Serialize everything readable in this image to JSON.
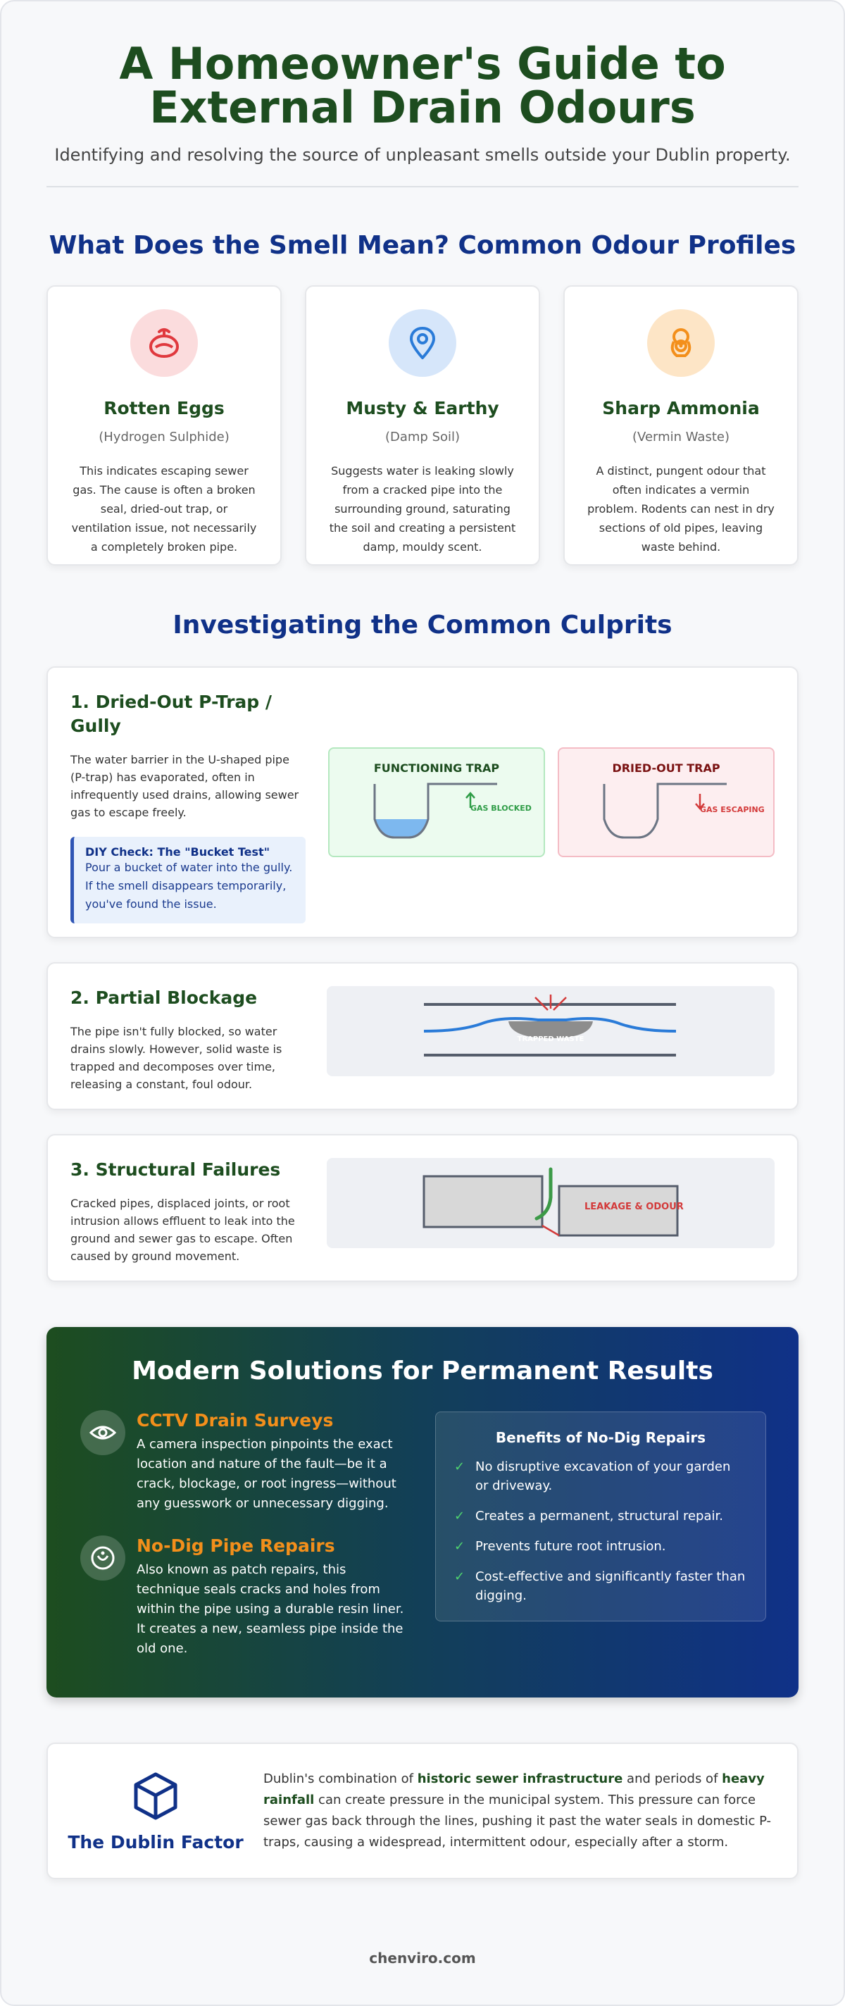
{
  "header": {
    "title_line1": "A Homeowner's Guide to",
    "title_line2": "External Drain Odours",
    "subtitle": "Identifying and resolving the source of unpleasant smells outside your Dublin property."
  },
  "odours": {
    "title": "What Does the Smell Mean? Common Odour Profiles",
    "cards": [
      {
        "name": "Rotten Eggs",
        "sub": "(Hydrogen Sulphide)",
        "desc": "This indicates escaping sewer gas. The cause is often a broken seal, dried-out trap, or ventilation issue, not necessarily a completely broken pipe.",
        "icon": "egg-icon",
        "icon_color": "#e0393e",
        "icon_bg": "#fbdcdd"
      },
      {
        "name": "Musty & Earthy",
        "sub": "(Damp Soil)",
        "desc": "Suggests water is leaking slowly from a cracked pipe into the surrounding ground, saturating the soil and creating a persistent damp, mouldy scent.",
        "icon": "location-pin-icon",
        "icon_color": "#2a7bd8",
        "icon_bg": "#d6e6fa"
      },
      {
        "name": "Sharp Ammonia",
        "sub": "(Vermin Waste)",
        "desc": "A distinct, pungent odour that often indicates a vermin problem. Rodents can nest in dry sections of old pipes, leaving waste behind.",
        "icon": "rodent-icon",
        "icon_color": "#f38f1b",
        "icon_bg": "#fde5c6"
      }
    ]
  },
  "culprits": {
    "title": "Investigating the Common Culprits",
    "trap": {
      "title": "1. Dried-Out P-Trap / Gully",
      "text": "The water barrier in the U-shaped pipe (P-trap) has evaporated, often in infrequently used drains, allowing sewer gas to escape freely.",
      "diy_title": "DIY Check: The \"Bucket Test\"",
      "diy_text": "Pour a bucket of water into the gully. If the smell disappears temporarily, you've found the issue.",
      "functioning_label": "FUNCTIONING TRAP",
      "functioning_note": "GAS BLOCKED",
      "dried_label": "DRIED-OUT TRAP",
      "dried_note": "GAS ESCAPING"
    },
    "blockage": {
      "title": "2. Partial Blockage",
      "text": "The pipe isn't fully blocked, so water drains slowly. However, solid waste is trapped and decomposes over time, releasing a constant, foul odour.",
      "diagram_label": "TRAPPED WASTE"
    },
    "structural": {
      "title": "3. Structural Failures",
      "text": "Cracked pipes, displaced joints, or root intrusion allows effluent to leak into the ground and sewer gas to escape. Often caused by ground movement.",
      "diagram_label": "LEAKAGE & ODOUR"
    }
  },
  "solutions": {
    "title": "Modern Solutions for Permanent Results",
    "items": [
      {
        "name": "CCTV Drain Surveys",
        "desc": "A camera inspection pinpoints the exact location and nature of the fault—be it a crack, blockage, or root ingress—without any guesswork or unnecessary digging.",
        "icon": "eye-icon"
      },
      {
        "name": "No-Dig Pipe Repairs",
        "desc": "Also known as patch repairs, this technique seals cracks and holes from within the pipe using a durable resin liner. It creates a new, seamless pipe inside the old one.",
        "icon": "pipe-repair-icon"
      }
    ],
    "benefits_title": "Benefits of No-Dig Repairs",
    "benefits": [
      "No disruptive excavation of your garden or driveway.",
      "Creates a permanent, structural repair.",
      "Prevents future root intrusion.",
      "Cost-effective and significantly faster than digging."
    ]
  },
  "dublin": {
    "title": "The Dublin Factor",
    "icon": "cube-icon",
    "text_1": "Dublin's combination of ",
    "bold_1": "historic sewer infrastructure",
    "text_2": " and periods of ",
    "bold_2": "heavy rainfall",
    "text_3": " can create pressure in the municipal system. This pressure can force sewer gas back through the lines, pushing it past the water seals in domestic P-traps, causing a widespread, intermittent odour, especially after a storm."
  },
  "footer": {
    "brand": "chenviro.com"
  },
  "colors": {
    "green": "#1d4d1f",
    "blue": "#103188",
    "orange": "#f38f1b"
  }
}
